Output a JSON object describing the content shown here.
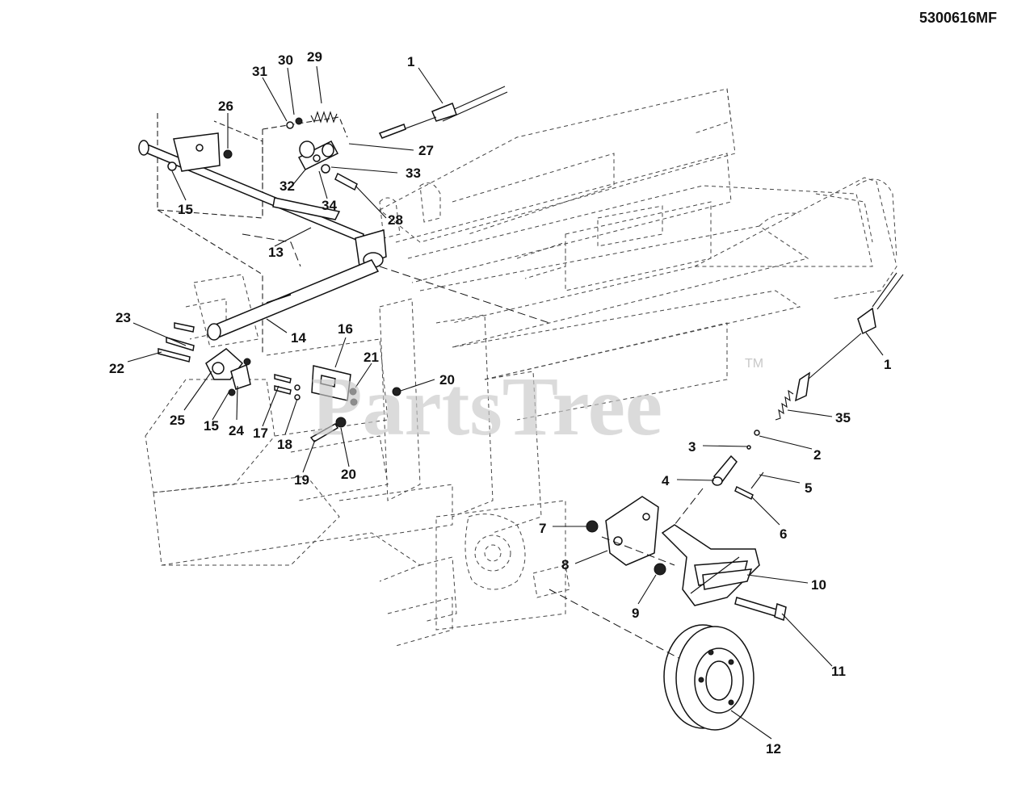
{
  "document": {
    "code": "5300616MF",
    "watermark": "PartsTree",
    "trademark": "TM"
  },
  "callouts": [
    {
      "id": "c1a",
      "text": "1"
    },
    {
      "id": "c29",
      "text": "29"
    },
    {
      "id": "c30",
      "text": "30"
    },
    {
      "id": "c31",
      "text": "31"
    },
    {
      "id": "c26",
      "text": "26"
    },
    {
      "id": "c27",
      "text": "27"
    },
    {
      "id": "c33",
      "text": "33"
    },
    {
      "id": "c32",
      "text": "32"
    },
    {
      "id": "c34",
      "text": "34"
    },
    {
      "id": "c28",
      "text": "28"
    },
    {
      "id": "c15a",
      "text": "15"
    },
    {
      "id": "c13",
      "text": "13"
    },
    {
      "id": "c14",
      "text": "14"
    },
    {
      "id": "c23",
      "text": "23"
    },
    {
      "id": "c22",
      "text": "22"
    },
    {
      "id": "c16",
      "text": "16"
    },
    {
      "id": "c21",
      "text": "21"
    },
    {
      "id": "c20a",
      "text": "20"
    },
    {
      "id": "c25",
      "text": "25"
    },
    {
      "id": "c15b",
      "text": "15"
    },
    {
      "id": "c24",
      "text": "24"
    },
    {
      "id": "c17",
      "text": "17"
    },
    {
      "id": "c18",
      "text": "18"
    },
    {
      "id": "c19",
      "text": "19"
    },
    {
      "id": "c20b",
      "text": "20"
    },
    {
      "id": "c1b",
      "text": "1"
    },
    {
      "id": "c35",
      "text": "35"
    },
    {
      "id": "c3",
      "text": "3"
    },
    {
      "id": "c2",
      "text": "2"
    },
    {
      "id": "c4",
      "text": "4"
    },
    {
      "id": "c5",
      "text": "5"
    },
    {
      "id": "c6",
      "text": "6"
    },
    {
      "id": "c7",
      "text": "7"
    },
    {
      "id": "c8",
      "text": "8"
    },
    {
      "id": "c10",
      "text": "10"
    },
    {
      "id": "c9",
      "text": "9"
    },
    {
      "id": "c11",
      "text": "11"
    },
    {
      "id": "c12",
      "text": "12"
    }
  ]
}
